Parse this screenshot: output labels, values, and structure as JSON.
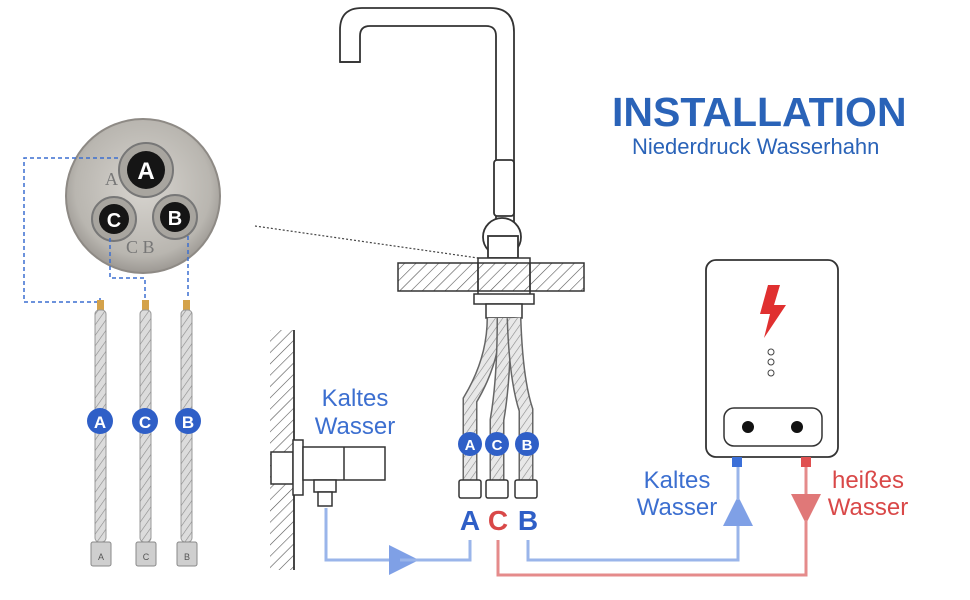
{
  "header": {
    "title": "INSTALLATION",
    "subtitle": "Niederdruck Wasserhahn"
  },
  "labels": {
    "cold_left": [
      "Kaltes",
      "Wasser"
    ],
    "cold_right": [
      "Kaltes",
      "Wasser"
    ],
    "hot_right": [
      "heißes",
      "Wasser"
    ]
  },
  "base_plate": {
    "port_a": "A",
    "port_b": "B",
    "port_c": "C",
    "engraved_a": "A",
    "engraved_cb": "C B"
  },
  "hoses": [
    {
      "letter": "A",
      "end_label": "A"
    },
    {
      "letter": "C",
      "end_label": "C"
    },
    {
      "letter": "B",
      "end_label": "B"
    }
  ],
  "tap_connections": {
    "badges": [
      "A",
      "C",
      "B"
    ],
    "big_letters": [
      "A",
      "C",
      "B"
    ]
  },
  "colors": {
    "blue": "#3c6fd0",
    "red": "#d94848",
    "title": "#2a63b8",
    "cold_line": "#9ab5ea",
    "hot_line": "#e58b8b"
  },
  "icons": {
    "heater": "lightning-icon"
  }
}
